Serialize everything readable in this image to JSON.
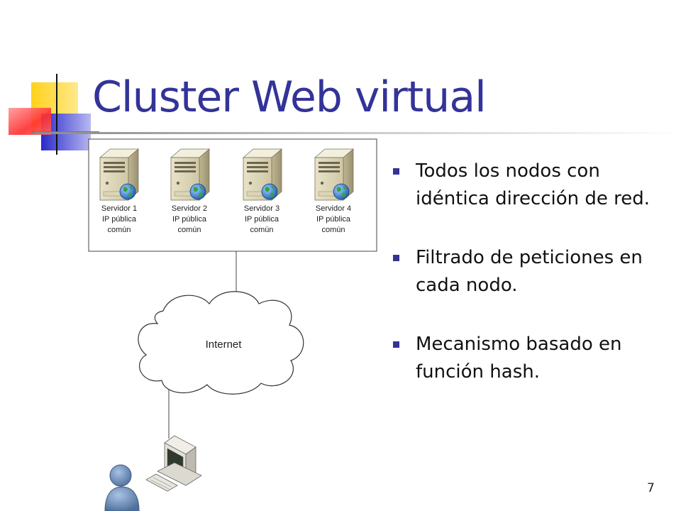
{
  "slide": {
    "title": "Cluster Web virtual",
    "page_number": "7"
  },
  "diagram": {
    "servers": [
      {
        "name": "Servidor 1",
        "line2": "IP pública",
        "line3": "común"
      },
      {
        "name": "Servidor 2",
        "line2": "IP pública",
        "line3": "común"
      },
      {
        "name": "Servidor 3",
        "line2": "IP pública",
        "line3": "común"
      },
      {
        "name": "Servidor 4",
        "line2": "IP pública",
        "line3": "común"
      }
    ],
    "cloud_label": "Internet",
    "icons": [
      "server-icon",
      "globe-icon",
      "cloud-icon",
      "desktop-computer-icon",
      "user-icon"
    ]
  },
  "bullets": [
    "Todos los nodos con idéntica dirección de red.",
    "Filtrado de peticiones en cada nodo.",
    "Mecanismo basado en función hash."
  ],
  "colors": {
    "title": "#333399",
    "bullet": "#333399",
    "deco_yellow": "#FFCC00",
    "deco_blue": "#3333CC",
    "deco_red": "#FF3333",
    "user": "#6F8FB8"
  }
}
